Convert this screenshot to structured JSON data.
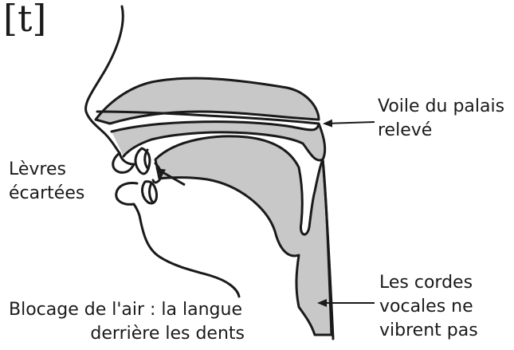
{
  "phoneme": "[t]",
  "labels": {
    "levres": [
      "Lèvres",
      "écartées"
    ],
    "voile": [
      "Voile du palais",
      "relevé"
    ],
    "cordes": [
      "Les cordes",
      "vocales ne",
      "vibrent pas"
    ],
    "blocage": [
      "Blocage de l'air : la langue",
      "derrière les dents"
    ]
  },
  "colors": {
    "fill": "#c8c8c8",
    "stroke": "#1a1a1a"
  }
}
